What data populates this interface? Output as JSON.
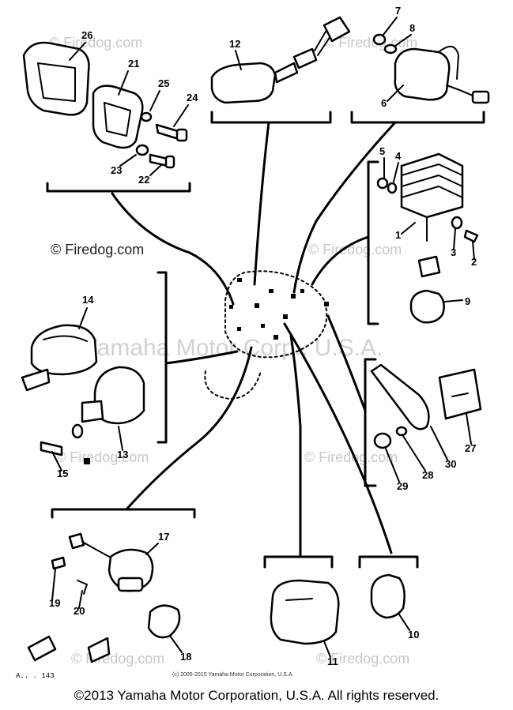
{
  "watermarks": {
    "site": "© Firedog.com",
    "main": "© Yamaha Motor Corp., U.S.A."
  },
  "fine_print": "(c) 2005-2015 Yamaha Motor Corporation, U.S.A.",
  "diagram_code": "A.. . 143",
  "copyright": "©2013 Yamaha Motor Corporation, U.S.A. All rights reserved.",
  "callouts": [
    "26",
    "21",
    "25",
    "24",
    "23",
    "22",
    "12",
    "7",
    "8",
    "6",
    "5",
    "4",
    "1",
    "3",
    "2",
    "9",
    "14",
    "13",
    "15",
    "30",
    "27",
    "28",
    "29",
    "17",
    "19",
    "20",
    "18",
    "11",
    "10"
  ]
}
